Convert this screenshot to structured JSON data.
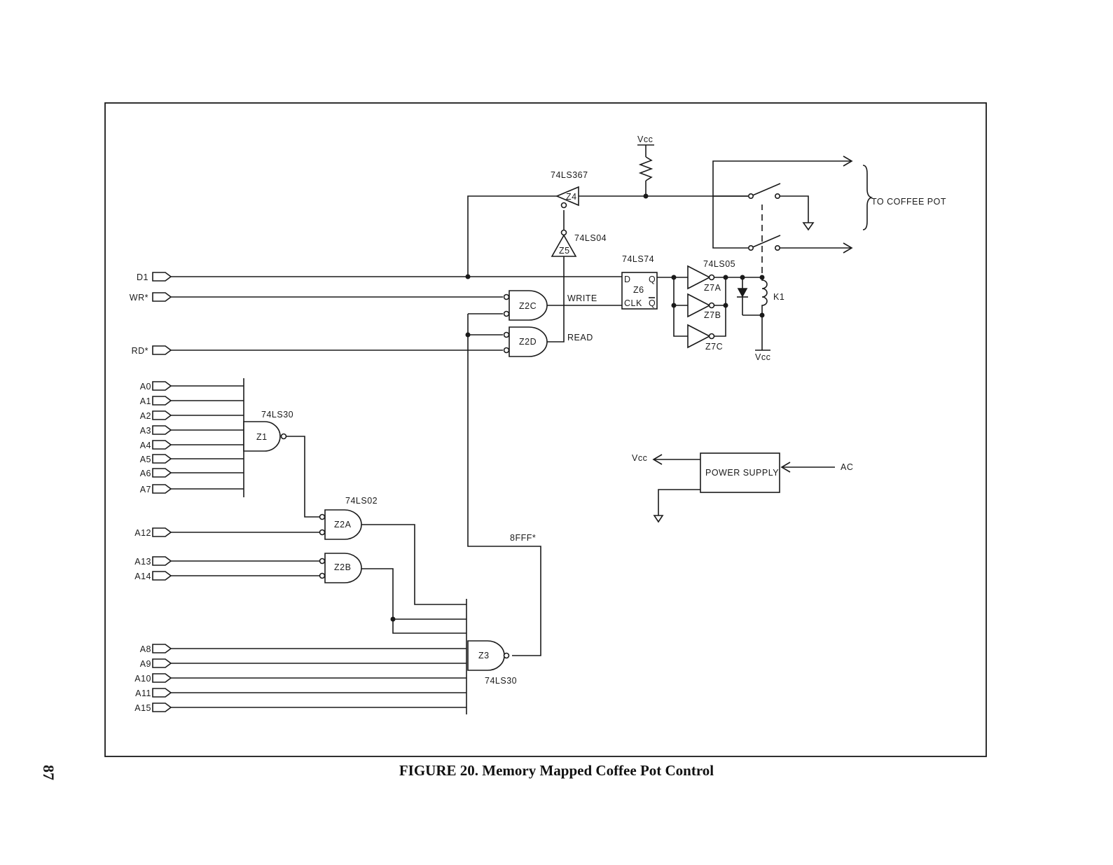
{
  "caption": "FIGURE 20. Memory Mapped Coffee Pot Control",
  "page_number": "87",
  "signals": {
    "d1": "D1",
    "wr": "WR*",
    "rd": "RD*",
    "a0": "A0",
    "a1": "A1",
    "a2": "A2",
    "a3": "A3",
    "a4": "A4",
    "a5": "A5",
    "a6": "A6",
    "a7": "A7",
    "a12": "A12",
    "a13": "A13",
    "a14": "A14",
    "a8": "A8",
    "a9": "A9",
    "a10": "A10",
    "a11": "A11",
    "a15": "A15"
  },
  "parts": {
    "z4": "Z4",
    "z4_type": "74LS367",
    "z5": "Z5",
    "z5_type": "74LS04",
    "z6": "Z6",
    "z6_type": "74LS74",
    "z6_d": "D",
    "z6_clk": "CLK",
    "z6_q": "Q",
    "z6_qbar": "Q",
    "z7a": "Z7A",
    "z7b": "Z7B",
    "z7c": "Z7C",
    "z7_type": "74LS05",
    "z2c": "Z2C",
    "z2d": "Z2D",
    "z1": "Z1",
    "z1_type": "74LS30",
    "z2a": "Z2A",
    "z2b": "Z2B",
    "z2_type": "74LS02",
    "z3": "Z3",
    "z3_type": "74LS30",
    "k1": "K1",
    "power_supply": "POWER SUPPLY"
  },
  "nets": {
    "write": "WRITE",
    "read": "READ",
    "addr_decode": "8FFF*",
    "vcc": "Vcc",
    "ac": "AC",
    "to_coffee_pot": "TO COFFEE POT"
  }
}
